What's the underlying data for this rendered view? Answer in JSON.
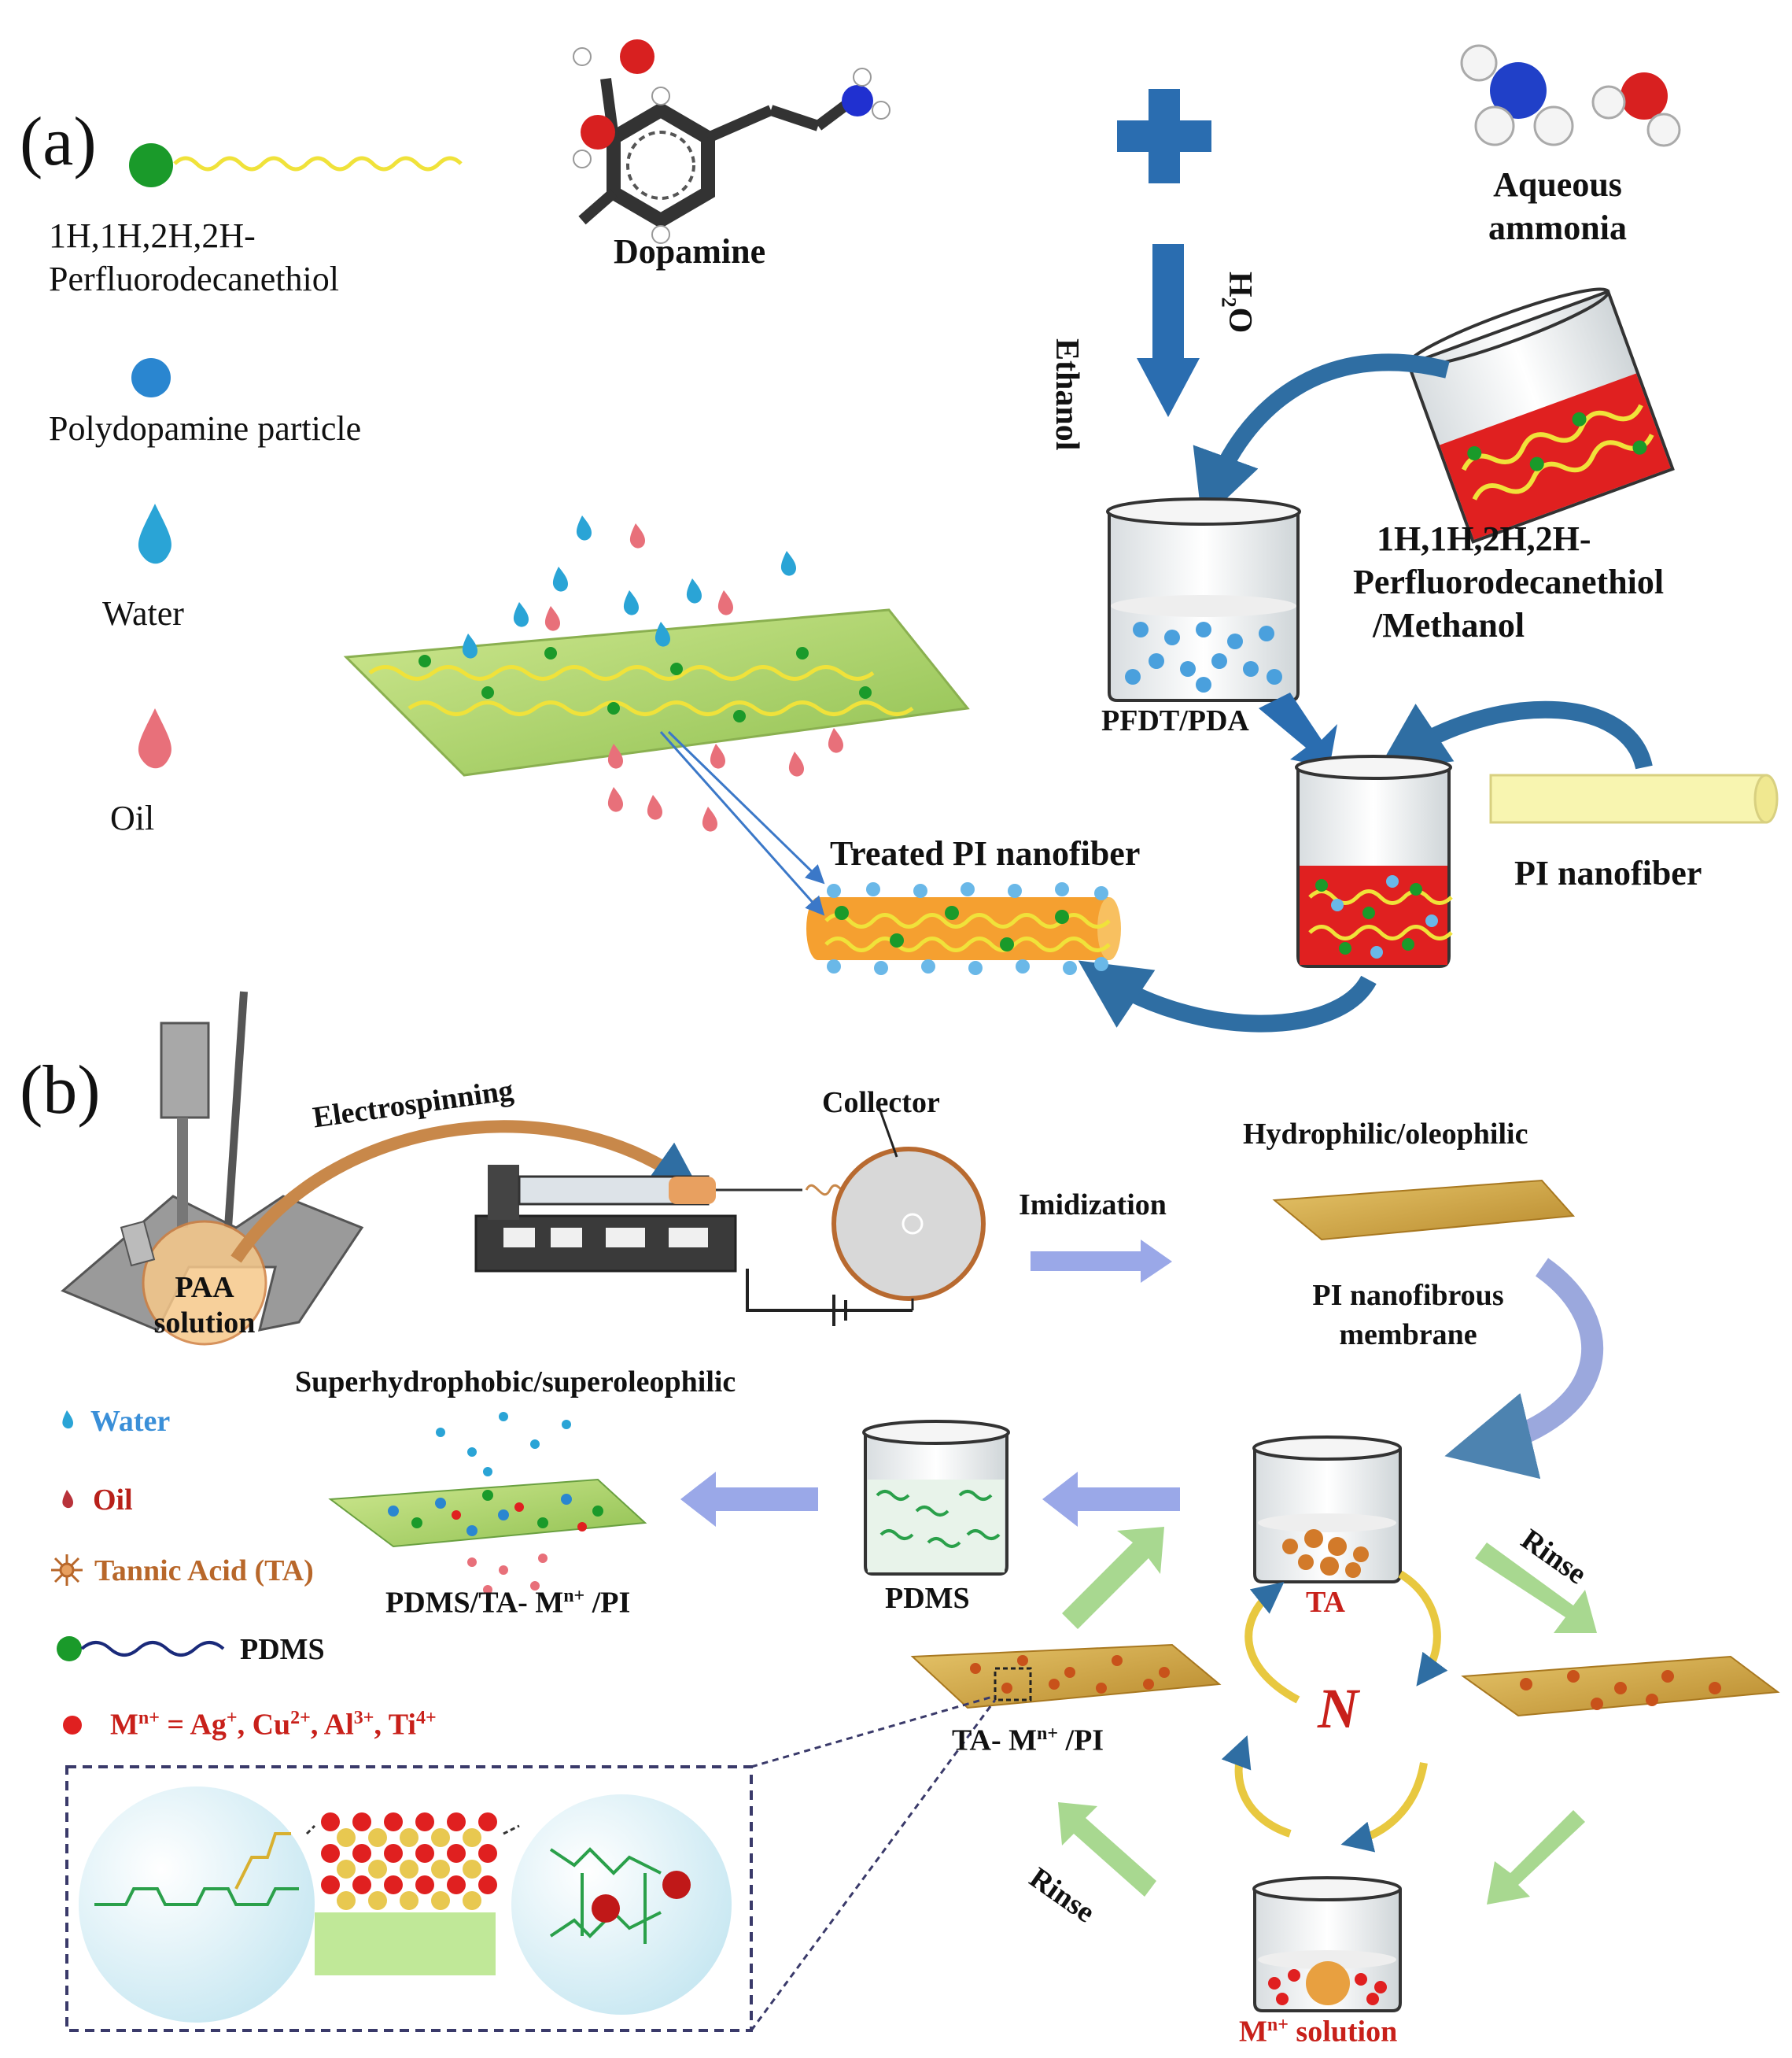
{
  "colors": {
    "arrow_blue": "#2f6ea3",
    "plus_blue": "#2a6db0",
    "water_blue": "#3aa7d8",
    "oil_pink": "#e8707a",
    "green_ball": "#1a9a2a",
    "yellow_chain": "#f0e23a",
    "liquid_red": "#e02020",
    "particle_blue": "#4aa0dd",
    "purple_arrow": "#9aa8e8",
    "green_arrow": "#a8d890",
    "yellow_arrow": "#e8c840",
    "red_text": "#c8201a",
    "blue_text": "#3a8fd8",
    "ta_orange": "#b8672a",
    "pdms_navy": "#1a2a7a"
  },
  "panel_a": {
    "tag": "(a)",
    "legend": [
      {
        "icon": "pfdt-chain-icon",
        "lines": [
          "1H,1H,2H,2H-",
          "Perfluorodecanethiol"
        ]
      },
      {
        "icon": "pda-particle-icon",
        "lines": [
          "Polydopamine particle"
        ]
      },
      {
        "icon": "water-drop-icon",
        "lines": [
          "Water"
        ]
      },
      {
        "icon": "oil-drop-icon",
        "lines": [
          "Oil"
        ]
      }
    ],
    "dopamine": "Dopamine",
    "aqueous_ammonia": [
      "Aqueous",
      "ammonia"
    ],
    "ethanol": "Ethanol",
    "h2o": "H",
    "h2o_sub": "2",
    "h2o_tail": "O",
    "pfdt_methanol": [
      "1H,1H,2H,2H-",
      "Perfluorodecanethiol",
      "/Methanol"
    ],
    "pfdt_pda": "PFDT/PDA",
    "pi_nanofiber": "PI nanofiber",
    "treated_pi": "Treated PI nanofiber"
  },
  "panel_b": {
    "tag": "(b)",
    "electrospinning": "Electrospinning",
    "collector": "Collector",
    "paa_solution": [
      "PAA",
      "solution"
    ],
    "imidization": "Imidization",
    "hydrophilic": "Hydrophilic/oleophilic",
    "pi_membrane": [
      "PI nanofibrous",
      "membrane"
    ],
    "superhydrophobic": "Superhydrophobic/superoleophilic",
    "legend_water": "Water",
    "legend_oil": "Oil",
    "legend_ta": "Tannic Acid (TA)",
    "legend_pdms": "PDMS",
    "legend_metal_prefix": "M",
    "legend_metal_sup": "n+",
    "legend_metal_list": " = Ag",
    "legend_ag_sup": "+",
    "legend_cu": ",  Cu",
    "legend_cu_sup": "2+",
    "legend_al": ",  Al",
    "legend_al_sup": "3+",
    "legend_ti": ",  Ti",
    "legend_ti_sup": "4+",
    "product_prefix": "PDMS/TA- M",
    "product_sup": "n+",
    "product_suffix": " /PI",
    "pdms_beaker": "PDMS",
    "ta_beaker": "TA",
    "rinse": "Rinse",
    "cycle_n": "N",
    "ta_m_prefix": "TA- M",
    "ta_m_sup": "n+",
    "ta_m_suffix": " /PI",
    "m_solution_prefix": "M",
    "m_solution_sup": "n+",
    "m_solution_suffix": "  solution"
  }
}
